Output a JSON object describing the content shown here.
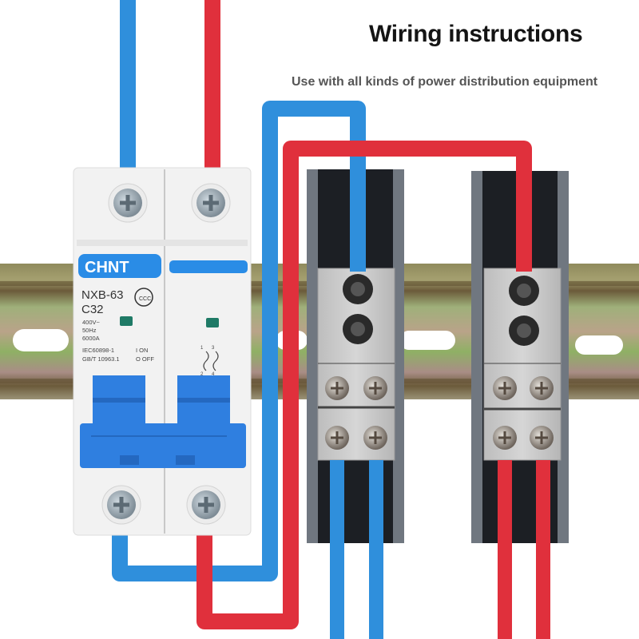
{
  "header": {
    "title": "Wiring instructions",
    "subtitle": "Use with all kinds of power distribution equipment"
  },
  "breaker": {
    "brand": "CHNT",
    "model": "NXB-63",
    "rating": "C32",
    "voltage": "400V~",
    "frequency": "50Hz",
    "breaking_capacity": "6000A",
    "standard_1": "IEC60898-1",
    "standard_2": "GB/T 10963.1",
    "on_label": "I ON",
    "off_label": "O OFF",
    "cert_mark": "CCC",
    "terminal_labels": [
      "1",
      "3",
      "2",
      "4"
    ]
  },
  "colors": {
    "wire_blue": "#2f8fdc",
    "wire_red": "#e0303c",
    "breaker_blue": "#2f7fe0",
    "brand_blue": "#2a8ce6",
    "breaker_body": "#f2f2f2",
    "block_dark": "#1c1f24",
    "block_frame": "#707780",
    "block_metal": "#c9c9c9",
    "indicator_green": "#1f7a66"
  },
  "distribution_blocks": [
    {
      "name": "block-1",
      "wire_color": "blue"
    },
    {
      "name": "block-2",
      "wire_color": "red"
    }
  ]
}
